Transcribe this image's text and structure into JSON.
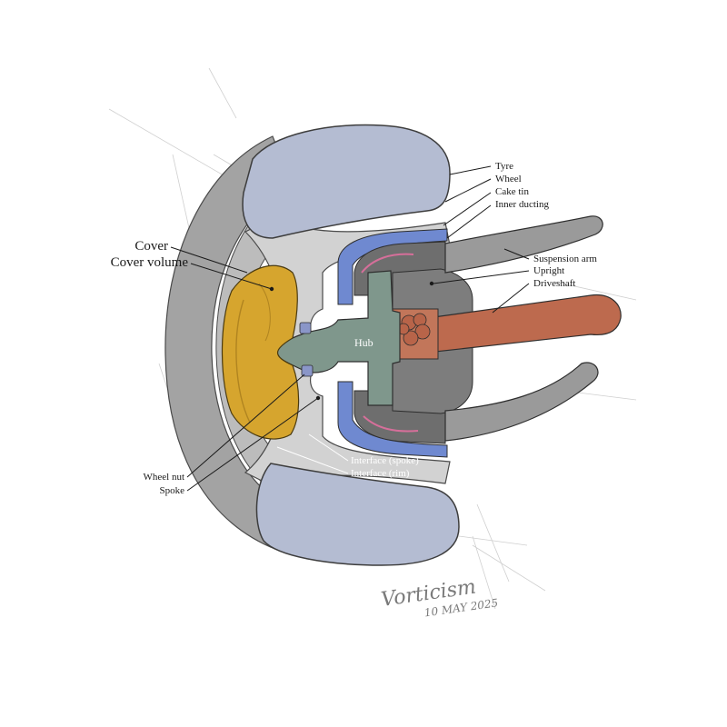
{
  "labels": {
    "cover": "Cover",
    "cover_volume": "Cover volume",
    "tyre": "Tyre",
    "wheel": "Wheel",
    "cake_tin": "Cake tin",
    "inner_ducting": "Inner ducting",
    "suspension_arm": "Suspension arm",
    "upright": "Upright",
    "driveshaft": "Driveshaft",
    "hub": "Hub",
    "wheel_nut": "Wheel nut",
    "spoke": "Spoke",
    "interface_spoke": "Interface (spoke)",
    "interface_rim": "Interface (rim)"
  },
  "signature": {
    "name": "Vorticism",
    "date": "10 MAY 2025"
  },
  "colors": {
    "tyre": "#b4bcd2",
    "cover": "#d6a52e",
    "hub": "#7f978c",
    "driveshaft": "#bd6a4e",
    "steel": "#9b9b9b",
    "light_steel": "#d4d4d4",
    "ducting": "#6f89d0",
    "ducting_accent": "#d66f9a"
  }
}
